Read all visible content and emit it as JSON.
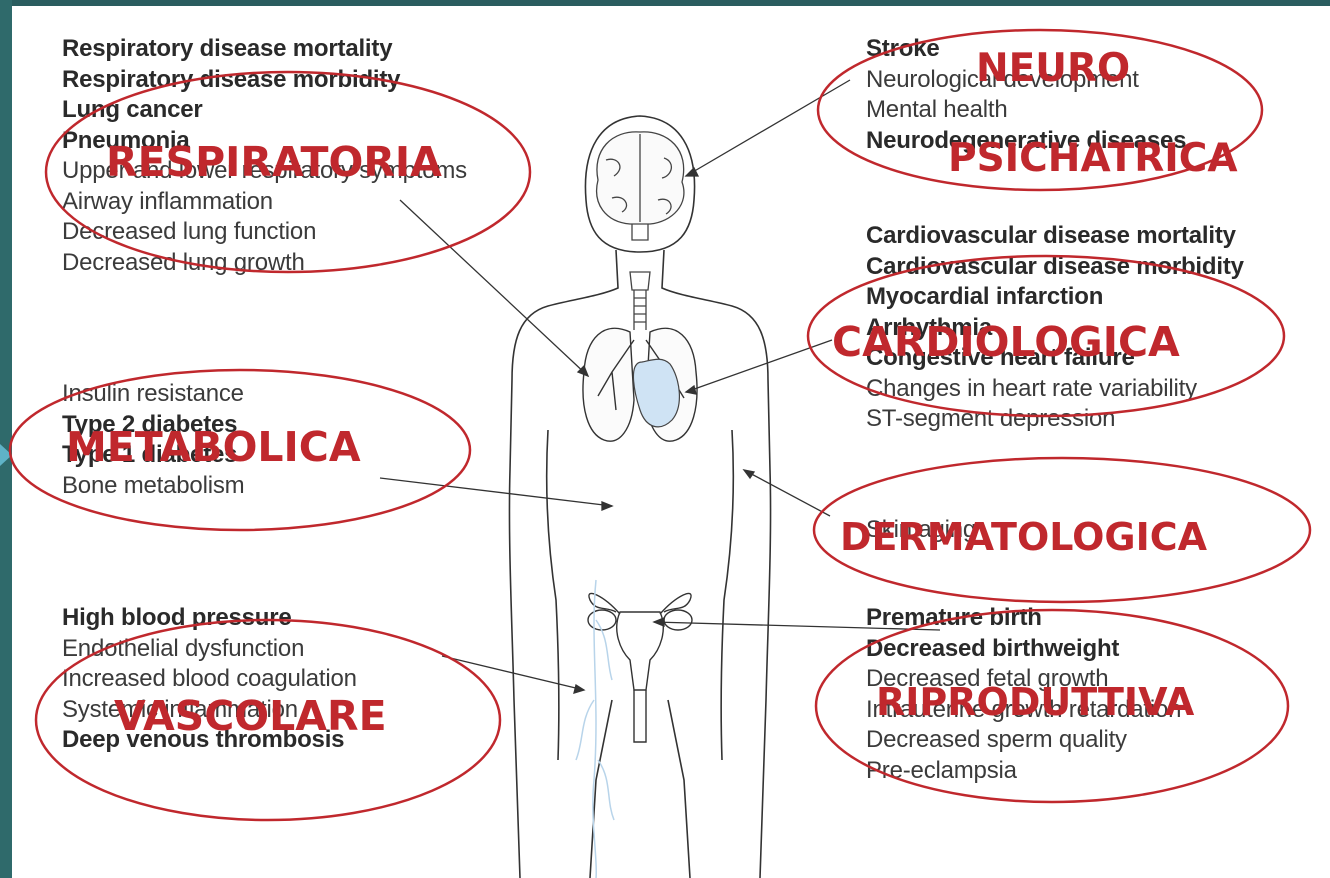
{
  "lists": {
    "respiratory": [
      {
        "text": "Respiratory disease mortality",
        "bold": true
      },
      {
        "text": "Respiratory disease morbidity",
        "bold": true
      },
      {
        "text": "Lung cancer",
        "bold": true
      },
      {
        "text": "Pneumonia",
        "bold": true
      },
      {
        "text": "Upper and lower respiratory symptoms",
        "bold": false
      },
      {
        "text": "Airway inflammation",
        "bold": false
      },
      {
        "text": "Decreased lung function",
        "bold": false
      },
      {
        "text": "Decreased lung growth",
        "bold": false
      }
    ],
    "metabolic": [
      {
        "text": "Insulin resistance",
        "bold": false
      },
      {
        "text": "Type 2 diabetes",
        "bold": true
      },
      {
        "text": "Type 1 diabetes",
        "bold": true
      },
      {
        "text": "Bone metabolism",
        "bold": false
      }
    ],
    "vascular": [
      {
        "text": "High blood pressure",
        "bold": true
      },
      {
        "text": "Endothelial dysfunction",
        "bold": false
      },
      {
        "text": "Increased blood coagulation",
        "bold": false
      },
      {
        "text": "Systemic inflammation",
        "bold": false
      },
      {
        "text": "Deep venous thrombosis",
        "bold": true
      }
    ],
    "neuro": [
      {
        "text": "Stroke",
        "bold": true
      },
      {
        "text": "Neurological development",
        "bold": false
      },
      {
        "text": "Mental health",
        "bold": false
      },
      {
        "text": "Neurodegenerative diseases",
        "bold": true
      }
    ],
    "cardio": [
      {
        "text": "Cardiovascular disease mortality",
        "bold": true
      },
      {
        "text": "Cardiovascular disease morbidity",
        "bold": true
      },
      {
        "text": "Myocardial infarction",
        "bold": true
      },
      {
        "text": "Arrhythmia",
        "bold": true
      },
      {
        "text": "Congestive heart failure",
        "bold": true
      },
      {
        "text": "Changes in heart rate variability",
        "bold": false
      },
      {
        "text": "ST-segment depression",
        "bold": false
      }
    ],
    "derm": [
      {
        "text": "Skin aging",
        "bold": false
      }
    ],
    "repro": [
      {
        "text": "Premature birth",
        "bold": true
      },
      {
        "text": "Decreased birthweight",
        "bold": true
      },
      {
        "text": "Decreased fetal growth",
        "bold": false
      },
      {
        "text": "Intrauterine growth retardation",
        "bold": false
      },
      {
        "text": "Decreased sperm quality",
        "bold": false
      },
      {
        "text": "Pre-eclampsia",
        "bold": false
      }
    ]
  },
  "categories": {
    "respiratoria": "RESPIRATORIA",
    "neuro_line1": "NEURO",
    "neuro_line2": "PSICHATRICA",
    "cardiologica": "CARDIOLOGICA",
    "metabolica": "METABOLICA",
    "dermatologica": "DERMATOLOGICA",
    "vascolare": "VASCOLARE",
    "riproduttiva": "RIPRODUTTIVA"
  },
  "colors": {
    "annotation_red": "#c0282d",
    "slide_teal": "#2f6a6b",
    "organ_blue": "#cfe3f4",
    "text_dark": "#3b3b3b"
  }
}
